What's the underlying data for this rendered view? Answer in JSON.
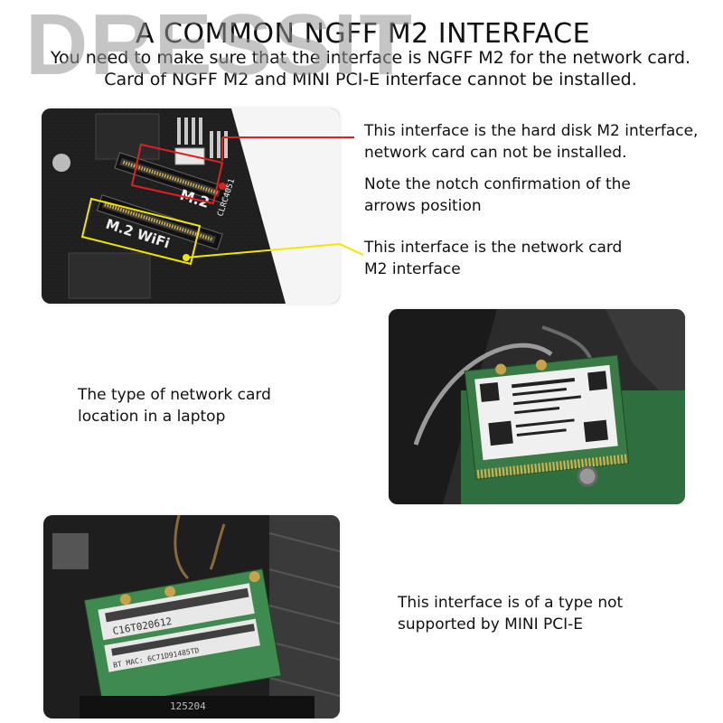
{
  "watermark": "DRESSIT",
  "header": {
    "title": "A COMMON NGFF M2 INTERFACE",
    "intro_line1": "You need to make sure that the interface is NGFF M2 for the network card.",
    "intro_line2": "Card of NGFF M2 and MINI PCI-E interface cannot be installed."
  },
  "section1": {
    "note_hard_disk": "This interface is the hard disk M2 interface, network card can not be installed.",
    "note_notch": "Note the notch confirmation of the arrows position",
    "note_network": "This interface is the network card M2 interface",
    "silk_m2": "M.2",
    "silk_wifi": "M.2 WiFi",
    "silk_part": "CLRC4051"
  },
  "section2": {
    "caption": "The type of network card location in a laptop"
  },
  "section3": {
    "caption": "This interface is of a type not supported by MINI PCI-E",
    "label_code": "C16T020612",
    "label_mac": "BT MAC: 6C71D91485TD",
    "label_pcb": "125204"
  },
  "colors": {
    "pointer_red": "#e02020",
    "pointer_yellow": "#f2e600",
    "pcb_dark": "#1b1b1b",
    "pcb_green": "#2f6e3e",
    "card_green": "#3a7a46"
  }
}
